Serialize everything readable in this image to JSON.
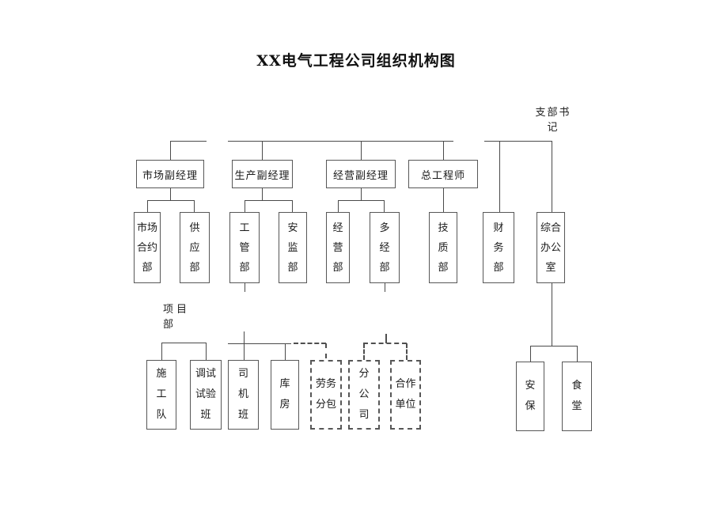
{
  "title": "XX电气工程公司组织机构图",
  "annotations": {
    "branch_secretary": "支部书\n记",
    "project_dept": "项目\n部"
  },
  "managers": {
    "marketing": "市场副经理",
    "production": "生产副经理",
    "operations": "经营副经理",
    "chief_engineer": "总工程师"
  },
  "departments": {
    "market_contract": "市场\n合约\n部",
    "supply": "供\n应\n部",
    "engineering_mgmt": "工\n管\n部",
    "safety_supervision": "安\n监\n部",
    "operations": "经\n营\n部",
    "diversified": "多\n经\n部",
    "tech_quality": "技\n质\n部",
    "finance": "财\n务\n部",
    "general_office": "综合\n办公\n室"
  },
  "teams": {
    "construction": "施\n工\n队",
    "commissioning_test": "调试\n试验\n班",
    "drivers": "司\n机\n班",
    "warehouse": "库\n房",
    "labor_subcontract": "劳务\n分包",
    "branch_company": "分\n公\n司",
    "cooperation_units": "合作\n单位",
    "security": "安\n保",
    "canteen": "食\n堂"
  },
  "hierarchy": {
    "市场副经理": [
      "市场合约部",
      "供应部"
    ],
    "生产副经理": [
      "工管部",
      "安监部"
    ],
    "经营副经理": [
      "经营部",
      "多经部"
    ],
    "总工程师": [
      "技质部"
    ],
    "支部书记": [
      "财务部",
      "综合办公室"
    ],
    "综合办公室": [
      "安保",
      "食堂"
    ],
    "项目部": [
      "施工队",
      "调试试验班",
      "司机班",
      "库房",
      "劳务分包",
      "分公司",
      "合作单位"
    ]
  }
}
